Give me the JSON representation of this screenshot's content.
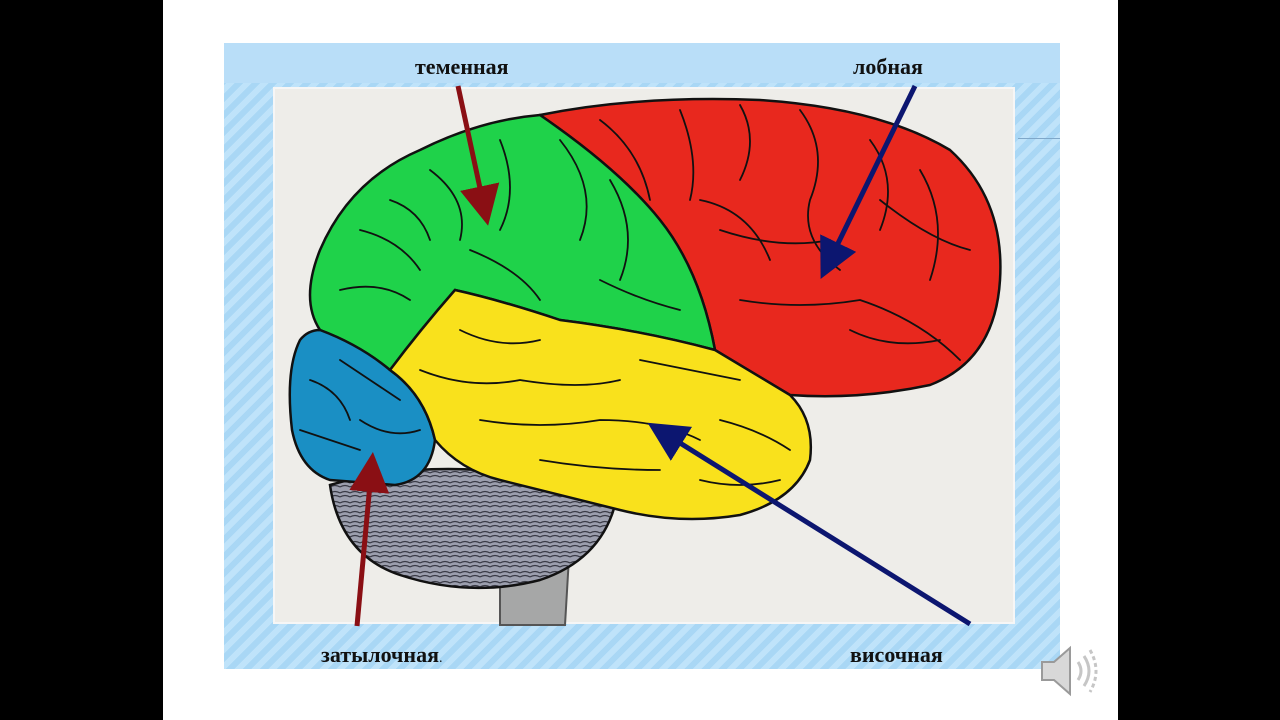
{
  "labels": {
    "parietal": "теменная",
    "frontal": "лобная",
    "occipital": "затылочная",
    "occipital_dot": ".",
    "temporal": "височная"
  },
  "colors": {
    "parietal": "#1fd24a",
    "frontal": "#e8281e",
    "occipital": "#1a8fc4",
    "temporal": "#f9e11c",
    "cerebellum": "#9c9fae",
    "brainstem": "#a6a7a7",
    "arrow_red": "#8a0f14",
    "arrow_blue": "#0c1670"
  },
  "icons": {
    "audio": "speaker-icon"
  }
}
